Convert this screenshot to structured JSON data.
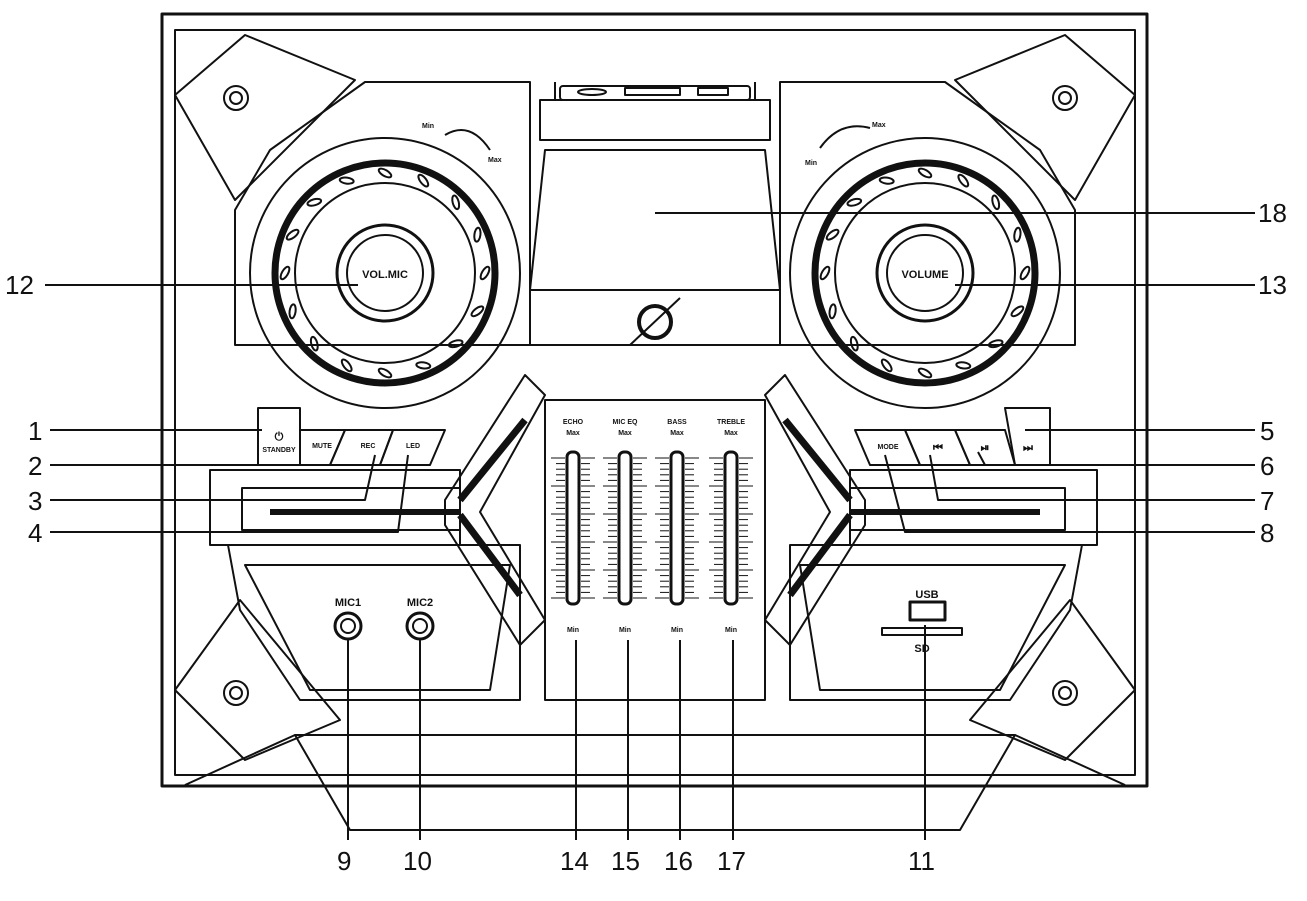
{
  "callouts": [
    "1",
    "2",
    "3",
    "4",
    "5",
    "6",
    "7",
    "8",
    "9",
    "10",
    "11",
    "12",
    "13",
    "14",
    "15",
    "16",
    "17",
    "18"
  ],
  "knobs": {
    "left": "VOL.MIC",
    "right": "VOLUME"
  },
  "dial": {
    "min": "Min",
    "max": "Max"
  },
  "buttons_left": {
    "standby": "STANDBY",
    "mute": "MUTE",
    "rec": "REC",
    "led": "LED"
  },
  "buttons_right": {
    "mode": "MODE",
    "prev": "⏮",
    "play": "⏯",
    "next": "⏭"
  },
  "sliders": [
    {
      "label": "ECHO",
      "max": "Max",
      "min": "Min"
    },
    {
      "label": "MIC EQ",
      "max": "Max",
      "min": "Min"
    },
    {
      "label": "BASS",
      "max": "Max",
      "min": "Min"
    },
    {
      "label": "TREBLE",
      "max": "Max",
      "min": "Min"
    }
  ],
  "jacks": {
    "mic1": "MIC1",
    "mic2": "MIC2"
  },
  "ports": {
    "usb": "USB",
    "sd": "SD"
  },
  "symbols": {
    "power": "⏻",
    "null_symbol": "∅"
  }
}
